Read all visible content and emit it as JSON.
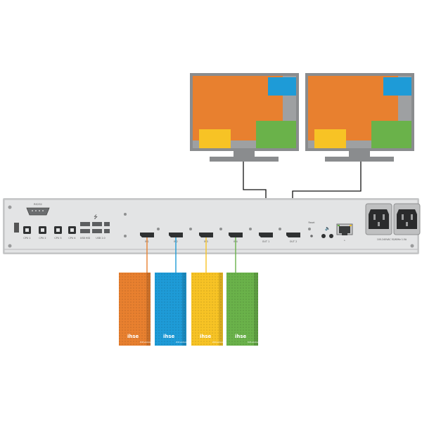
{
  "device": {
    "serial_label": "RS232",
    "cpu_labels": [
      "CPU 1",
      "CPU 2",
      "CPU 3",
      "CPU 4"
    ],
    "usb_labels": [
      "USB HID",
      "USB 2.0"
    ],
    "input_labels": [
      "IN1",
      "IN2",
      "IN3",
      "IN4"
    ],
    "output_labels": [
      "OUT 1",
      "OUT 2"
    ],
    "reset_label": "Reset",
    "power_label": "100-240VAC 50/60Hz 1.5A"
  },
  "computers": {
    "brand": "ihse",
    "subtitle": "KVM solutions"
  },
  "colors": {
    "orange": "#e8802f",
    "blue": "#1e9bd7",
    "yellow": "#f7c325",
    "green": "#6ab24a",
    "monitor_frame": "#8a8c8e",
    "panel": "#e3e4e5"
  }
}
